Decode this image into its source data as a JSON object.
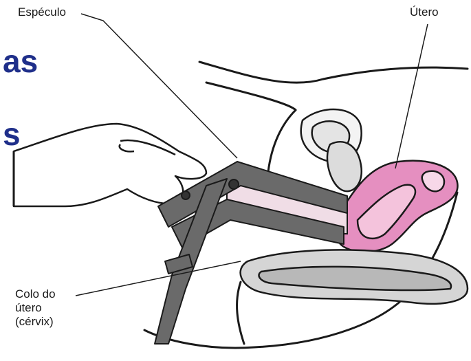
{
  "labels": {
    "speculum": "Espéculo",
    "uterus": "Útero",
    "cervix_line1": "Colo do",
    "cervix_line2": "útero",
    "cervix_line3": "(cérvix)"
  },
  "text_fragments": {
    "upper": "as",
    "lower": "s"
  },
  "colors": {
    "uterus_fill": "#e58fc0",
    "instrument": "#6a6a6a",
    "outline": "#1a1a1a",
    "fragment_text": "#1f2f8a",
    "background": "#ffffff"
  }
}
